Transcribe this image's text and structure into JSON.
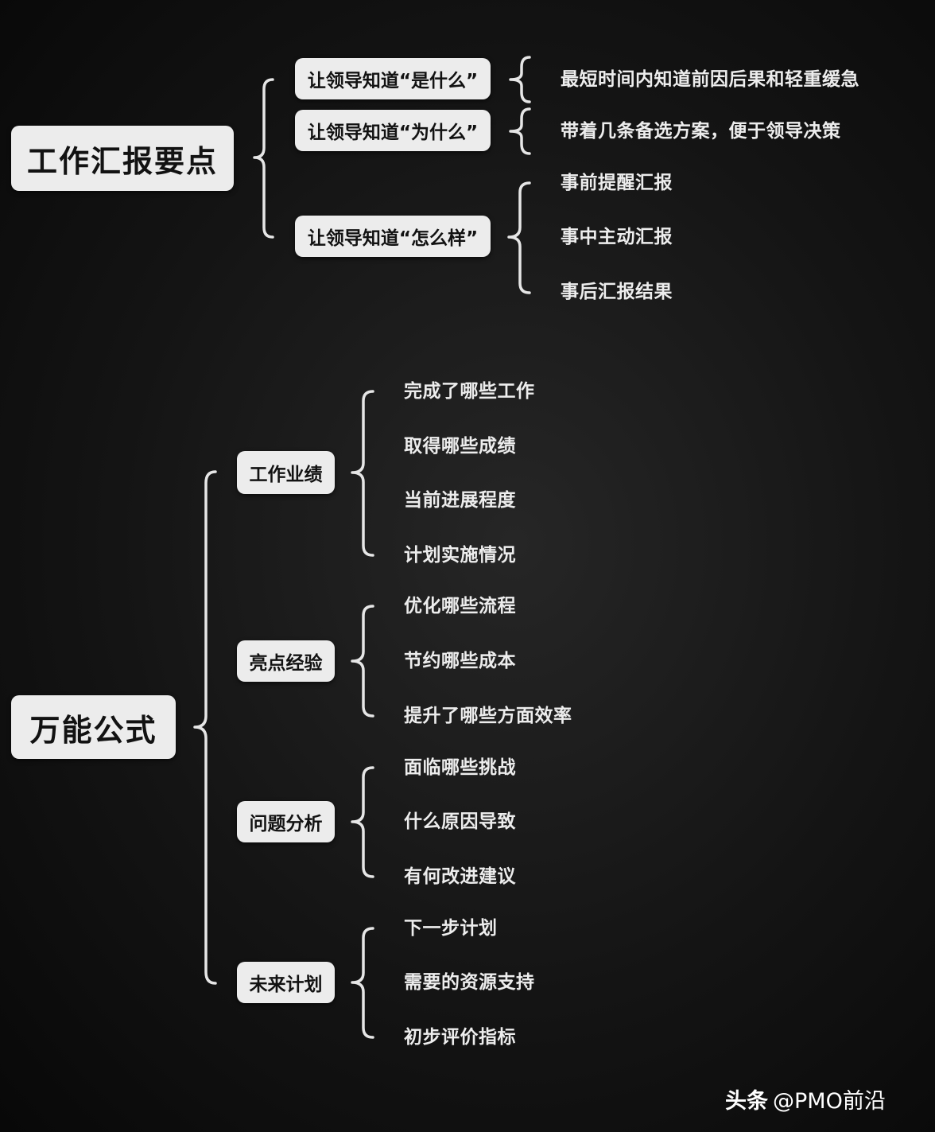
{
  "colors": {
    "background": "#141414",
    "node_fill": "#ececec",
    "node_text": "#121212",
    "line": "#e6e6e6",
    "leaf_text": "#ededed"
  },
  "sections": [
    {
      "root": "工作汇报要点",
      "children": [
        {
          "label": "让领导知道“是什么”",
          "items": [
            "最短时间内知道前因后果和轻重缓急"
          ]
        },
        {
          "label": "让领导知道“为什么”",
          "items": [
            "带着几条备选方案，便于领导决策"
          ]
        },
        {
          "label": "让领导知道“怎么样”",
          "items": [
            "事前提醒汇报",
            "事中主动汇报",
            "事后汇报结果"
          ]
        }
      ]
    },
    {
      "root": "万能公式",
      "children": [
        {
          "label": "工作业绩",
          "items": [
            "完成了哪些工作",
            "取得哪些成绩",
            "当前进展程度",
            "计划实施情况"
          ]
        },
        {
          "label": "亮点经验",
          "items": [
            "优化哪些流程",
            "节约哪些成本",
            "提升了哪些方面效率"
          ]
        },
        {
          "label": "问题分析",
          "items": [
            "面临哪些挑战",
            "什么原因导致",
            "有何改进建议"
          ]
        },
        {
          "label": "未来计划",
          "items": [
            "下一步计划",
            "需要的资源支持",
            "初步评价指标"
          ]
        }
      ]
    }
  ],
  "watermark": {
    "brand": "头条",
    "handle": "@PMO前沿"
  }
}
